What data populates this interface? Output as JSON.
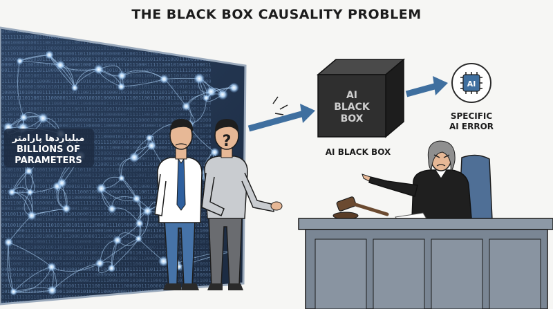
{
  "title": "THE BLACK BOX CAUSALITY PROBLEM",
  "params": {
    "persian": "میلیاردها پارامتر",
    "line1": "BILLIONS OF",
    "line2": "PARAMETERS"
  },
  "box": {
    "face_line1": "AI",
    "face_line2": "BLACK",
    "face_line3": "BOX",
    "caption": "AI BLACK BOX"
  },
  "chip": {
    "label": "AI",
    "caption_line1": "SPECIFIC",
    "caption_line2": "AI ERROR"
  },
  "colors": {
    "panel": "#1f3047",
    "node": "#d8ecff",
    "arrow": "#3f6f9f",
    "box": "#2a2a2a"
  }
}
